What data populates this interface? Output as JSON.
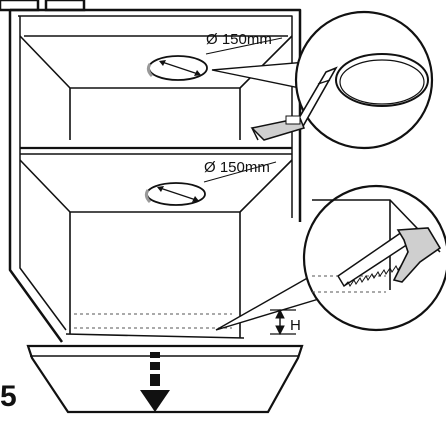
{
  "diagram": {
    "upper_hole_label": "Ø 150mm",
    "lower_hole_label": "Ø 150mm",
    "height_label": "H",
    "step_number": "5"
  },
  "icons": {
    "detail_saw": "saw-cutting-icon",
    "detail_cutter": "hole-cutter-icon",
    "push_arrow": "down-arrow-icon"
  }
}
